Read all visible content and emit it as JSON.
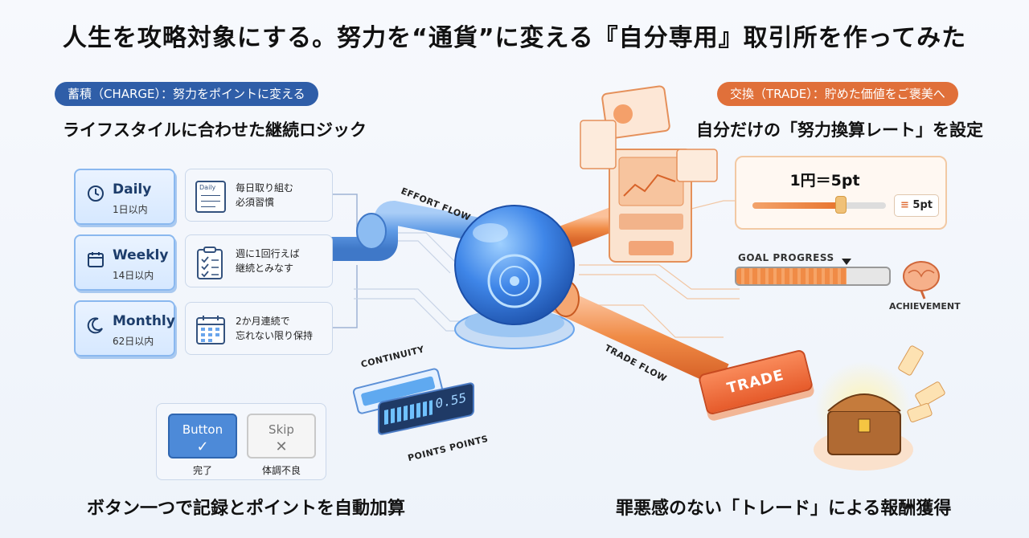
{
  "title": "人生を攻略対象にする。努力を“通貨”に変える『自分専用』取引所を作ってみた",
  "left": {
    "pill": "蓄積（CHARGE）：努力をポイントに変える",
    "heading": "ライフスタイルに合わせた継続ロジック",
    "periods": [
      {
        "name": "Daily",
        "sub": "1日以内",
        "icon": "clock-icon"
      },
      {
        "name": "Weekly",
        "sub": "14日以内",
        "icon": "calendar-icon"
      },
      {
        "name": "Monthly",
        "sub": "62日以内",
        "icon": "moon-icon"
      }
    ],
    "rules": [
      {
        "icon_text": "Daily",
        "lines": [
          "毎日取り組む",
          "必須習慣"
        ],
        "icon": "notebook-icon"
      },
      {
        "lines": [
          "週に1回行えば",
          "継続とみなす"
        ],
        "icon": "checklist-icon"
      },
      {
        "lines": [
          "2か月連続で",
          "忘れない限り保持"
        ],
        "icon": "calendar-grid-icon"
      }
    ]
  },
  "right": {
    "pill": "交換（TRADE）：貯めた価値をご褒美へ",
    "heading": "自分だけの「努力換算レート」を設定",
    "rate": {
      "title": "1円＝5pt",
      "chip": "5pt",
      "slider_level": 0.66
    },
    "goal": {
      "label": "GOAL PROGRESS",
      "progress": 0.72,
      "achievement_label": "ACHIEVEMENT"
    }
  },
  "center": {
    "effort_flow": "EFFORT FLOW",
    "trade_flow": "TRADE FLOW",
    "continuity": "CONTINUITY",
    "points": "POINTS POINTS",
    "counter": "0.55",
    "trade_button": "TRADE"
  },
  "buttons": {
    "done": {
      "label": "Button",
      "glyph": "✓",
      "caption": "完了"
    },
    "skip": {
      "label": "Skip",
      "glyph": "✕",
      "caption": "体調不良"
    }
  },
  "bottom": {
    "left_heading": "ボタン一つで記録とポイントを自動加算",
    "right_heading": "罪悪感のない「トレード」による報酬獲得"
  },
  "colors": {
    "blue": "#2f5ea8",
    "orange": "#e0703a",
    "pipe_blue": "#6aa5ec",
    "pipe_orange": "#f08b46"
  }
}
